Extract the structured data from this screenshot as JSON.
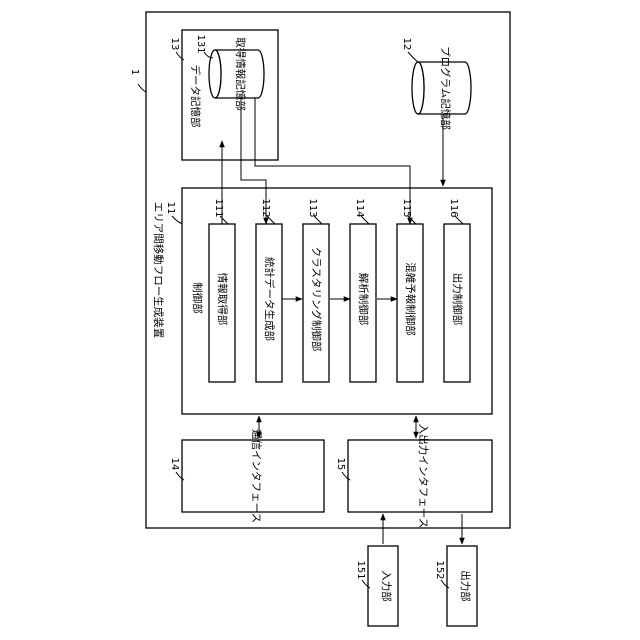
{
  "device": {
    "label": "エリア間移動フロー生成装置",
    "ref": "11",
    "outer_ref": "1"
  },
  "storage": {
    "label": "データ記憶部",
    "ref": "13"
  },
  "acquired_info": {
    "label": "取得情報記憶部",
    "ref": "131"
  },
  "program": {
    "label": "プログラム記憶部",
    "ref": "12"
  },
  "control": {
    "label": "制御部"
  },
  "modules": [
    {
      "label": "情報取得部",
      "ref": "111"
    },
    {
      "label": "統計データ生成部",
      "ref": "112"
    },
    {
      "label": "クラスタリング制御部",
      "ref": "113"
    },
    {
      "label": "解析制御部",
      "ref": "114"
    },
    {
      "label": "混雑予報制御部",
      "ref": "115"
    },
    {
      "label": "出力制御部",
      "ref": "116"
    }
  ],
  "comm_if": {
    "label": "通信インタフェース",
    "ref": "14"
  },
  "io_if": {
    "label": "入出力インタフェース",
    "ref": "15"
  },
  "input": {
    "label": "入力部",
    "ref": "151"
  },
  "output": {
    "label": "出力部",
    "ref": "152"
  }
}
